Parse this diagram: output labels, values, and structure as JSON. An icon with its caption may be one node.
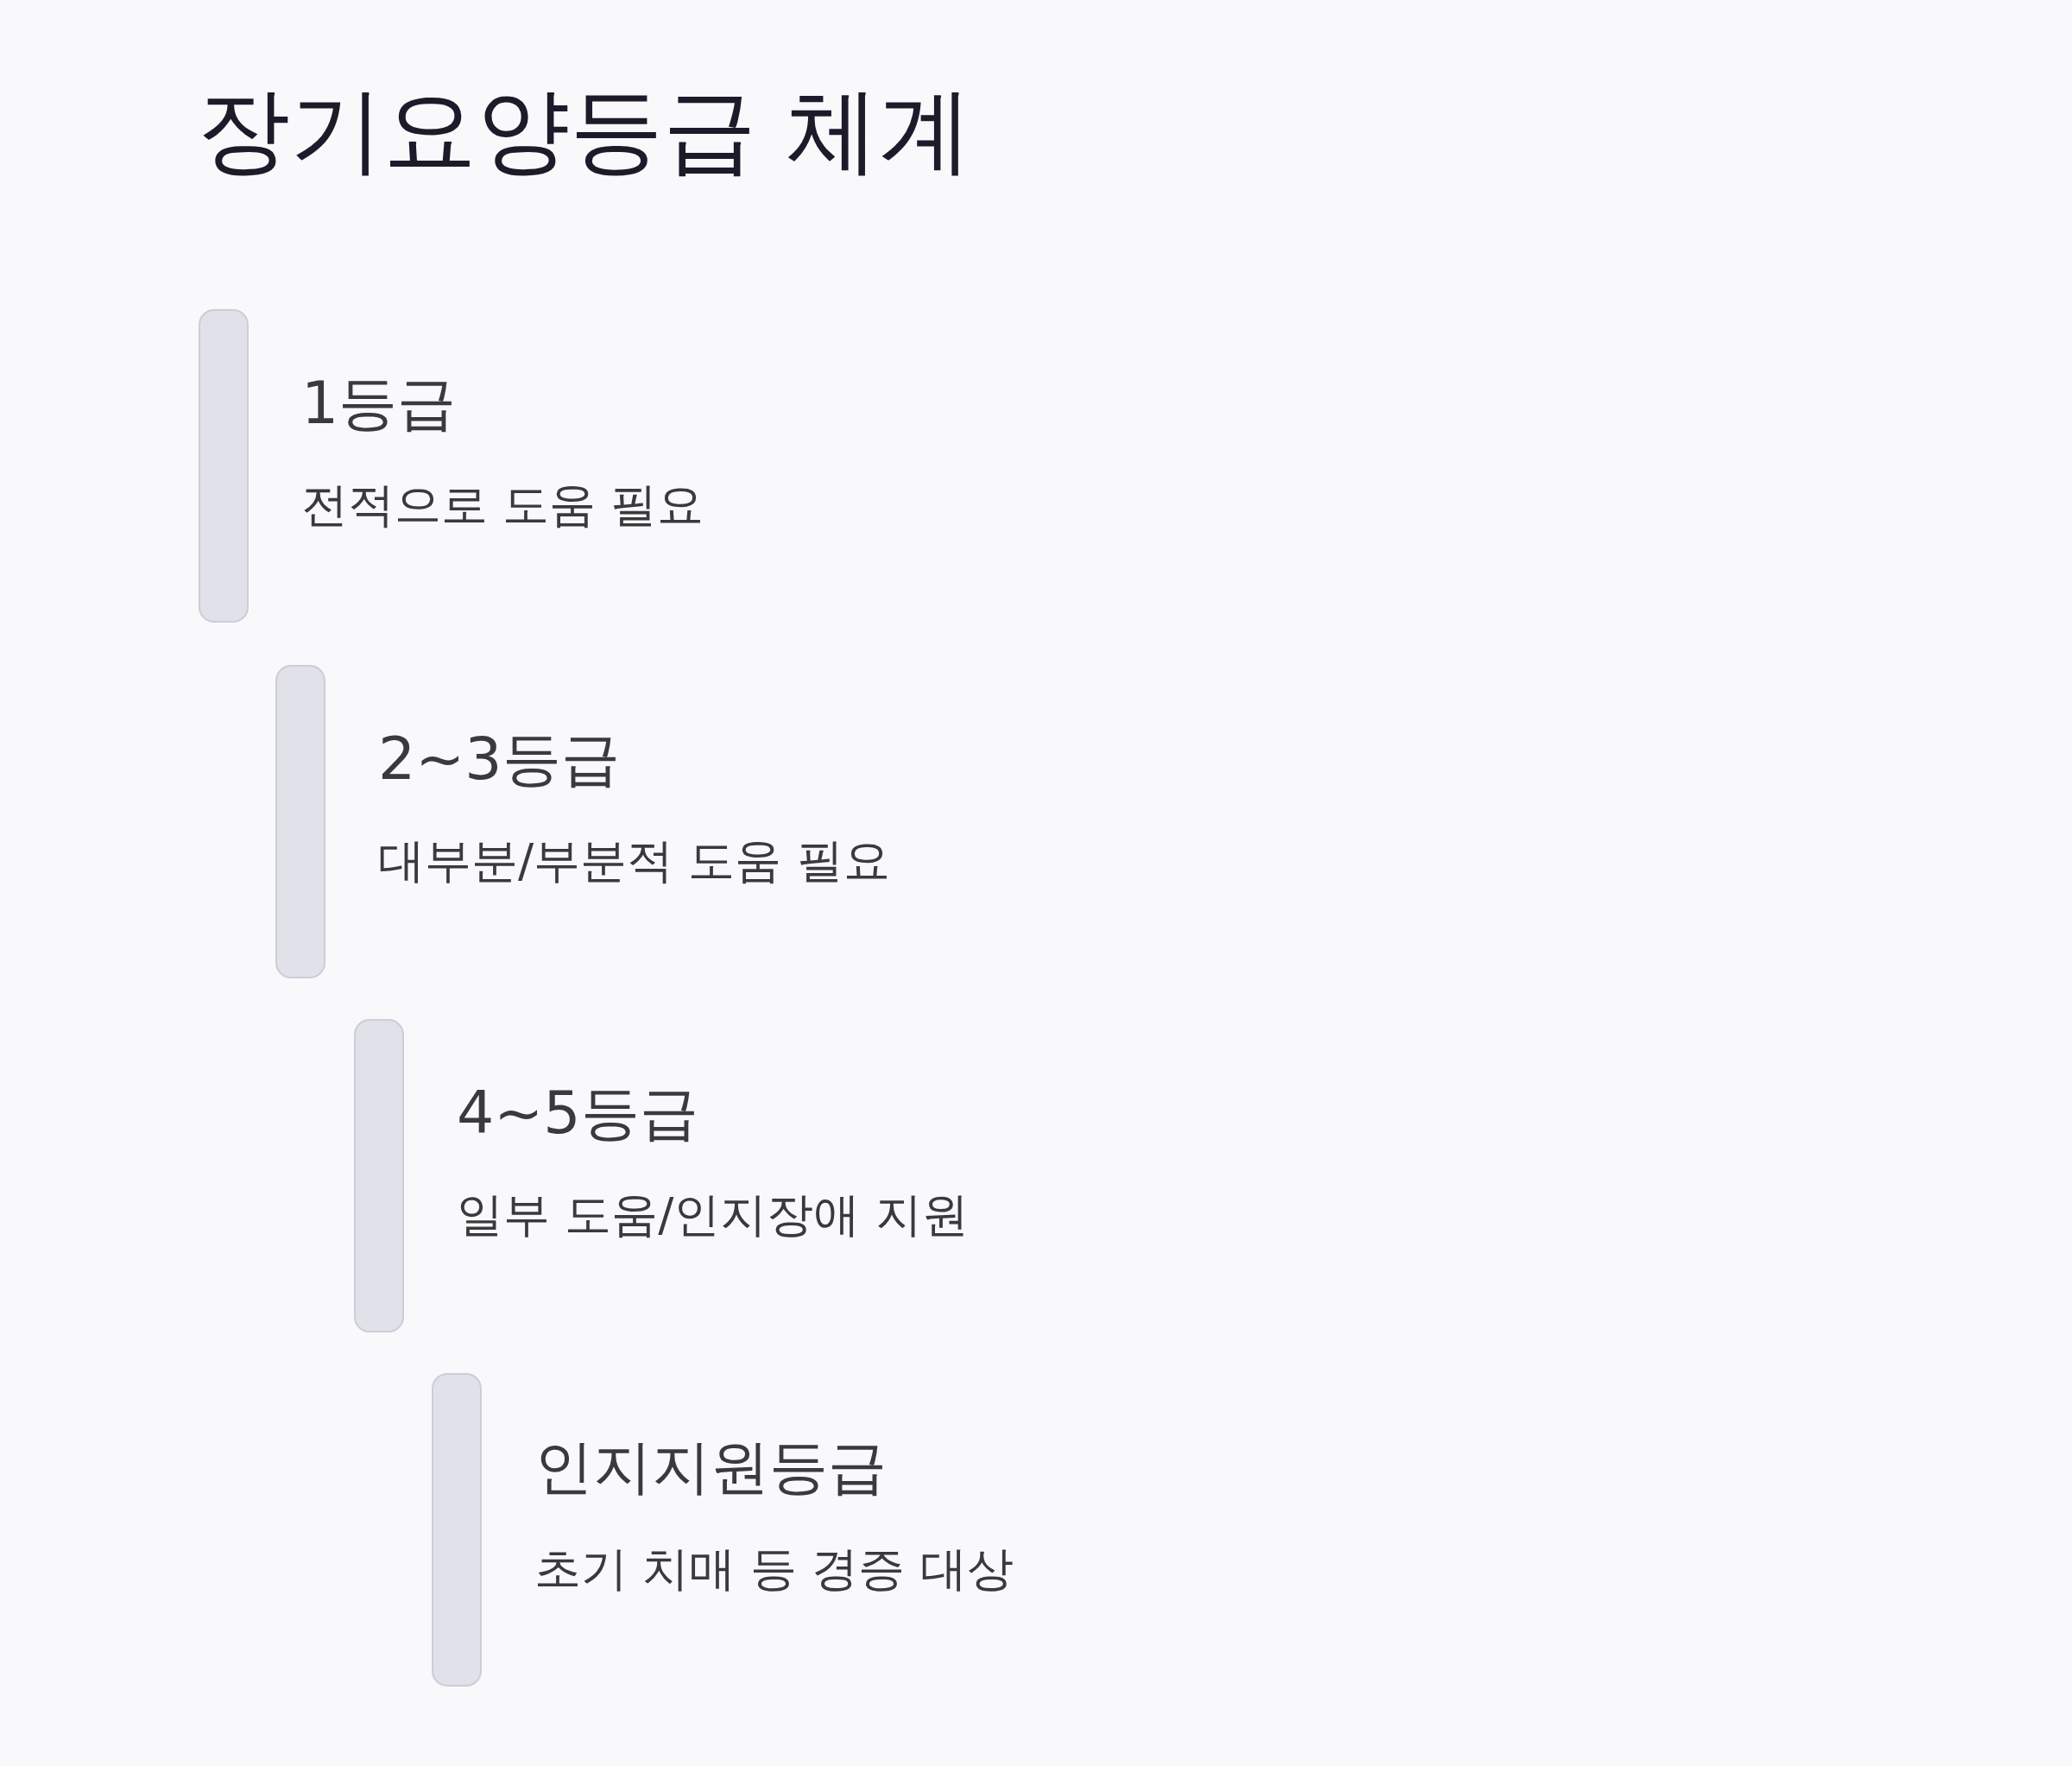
{
  "diagram": {
    "title": "장기요양등급 체계",
    "nodes": [
      {
        "text": [
          "1등급",
          "전적으로 도움 필요"
        ]
      },
      {
        "text": [
          "2~3등급",
          "대부분/부분적 도움 필요"
        ]
      },
      {
        "text": [
          "4~5등급",
          "일부 도움/인지장애 지원"
        ]
      },
      {
        "text": [
          "인지지원등급",
          "초기 치매 등 경증 대상"
        ]
      }
    ]
  }
}
